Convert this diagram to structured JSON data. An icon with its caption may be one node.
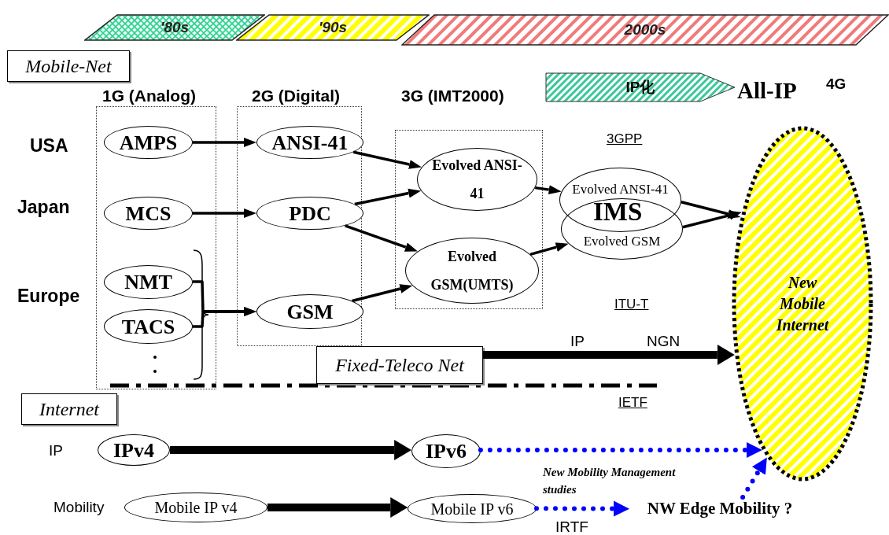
{
  "diagram": {
    "nodes": [
      {
        "text": [
          "'80s"
        ]
      },
      {
        "text": [
          "'90s"
        ]
      },
      {
        "text": [
          "2000s"
        ]
      },
      {
        "text": [
          "Mobile-Net"
        ]
      },
      {
        "text": [],
        "shape": "box"
      },
      {
        "text": [],
        "shape": "box"
      },
      {
        "text": [],
        "shape": "box"
      },
      {
        "text": [
          "AMPS"
        ],
        "in": 4
      },
      {
        "text": [
          "MCS"
        ],
        "in": 4
      },
      {
        "text": [
          "NMT"
        ],
        "in": 4
      },
      {
        "text": [
          "TACS"
        ],
        "in": 4
      },
      {
        "text": [
          "ANSI-41"
        ],
        "in": 5
      },
      {
        "text": [
          "PDC"
        ],
        "in": 5
      },
      {
        "text": [
          "GSM"
        ],
        "in": 5
      },
      {
        "text": [
          "Evolved ANSI-41"
        ],
        "in": 6
      },
      {
        "text": [
          "Evolved GSM(UMTS)"
        ],
        "in": 6
      },
      {
        "text": [
          "Evolved ANSI-41"
        ]
      },
      {
        "text": [
          "Evolved GSM"
        ]
      },
      {
        "text": [
          "IP化"
        ]
      },
      {
        "text": [
          "New Mobile Internet"
        ]
      },
      {
        "text": [
          "Fixed-Teleco Net"
        ]
      },
      {
        "text": [
          "Internet"
        ]
      },
      {
        "text": [
          "IPv4"
        ]
      },
      {
        "text": [
          "IPv6"
        ]
      },
      {
        "text": [
          "Mobile IP v4"
        ]
      },
      {
        "text": [
          "Mobile IP v6"
        ]
      },
      {
        "text": [
          "NW Edge Mobility ?"
        ]
      }
    ],
    "edges": [
      {
        "from": 7,
        "to": 11,
        "arrow": "to"
      },
      {
        "from": 8,
        "to": 12,
        "arrow": "to"
      },
      {
        "from": 9,
        "to": 13,
        "arrow": "to"
      },
      {
        "from": 11,
        "to": 14,
        "arrow": "to"
      },
      {
        "from": 12,
        "to": 14,
        "arrow": "to"
      },
      {
        "from": 12,
        "to": 15,
        "arrow": "to"
      },
      {
        "from": 13,
        "to": 15,
        "arrow": "to"
      },
      {
        "from": 14,
        "to": 16,
        "arrow": "to"
      },
      {
        "from": 15,
        "to": 17,
        "arrow": "to"
      },
      {
        "from": 16,
        "to": 19,
        "arrow": "to"
      },
      {
        "from": 17,
        "to": 19,
        "arrow": "to"
      },
      {
        "from": 20,
        "to": 19,
        "arrow": "to",
        "style": "thick"
      },
      {
        "from": 22,
        "to": 23,
        "arrow": "to",
        "style": "thick"
      },
      {
        "from": 23,
        "to": 19,
        "arrow": "to",
        "style": "dashed",
        "color": "#0000ff"
      },
      {
        "from": 24,
        "to": 25,
        "arrow": "to",
        "style": "thick"
      },
      {
        "from": 25,
        "to": 26,
        "arrow": "to",
        "style": "dashed",
        "color": "#0000ff"
      },
      {
        "from": 26,
        "to": 19,
        "arrow": "to",
        "style": "dashed",
        "color": "#0000ff"
      },
      {
        "from": 10,
        "to": 13,
        "arrow": "to"
      }
    ],
    "labels": [
      "1G (Analog)",
      "2G (Digital)",
      "3G (IMT2000)",
      "All-IP",
      "4G",
      "USA",
      "3GPP",
      "Japan",
      "IMS",
      "Europe",
      "ITU-T",
      "IP",
      "NGN",
      "IETF",
      "IP",
      "New Mobility Management studies",
      "Mobility",
      "IRTF"
    ]
  }
}
